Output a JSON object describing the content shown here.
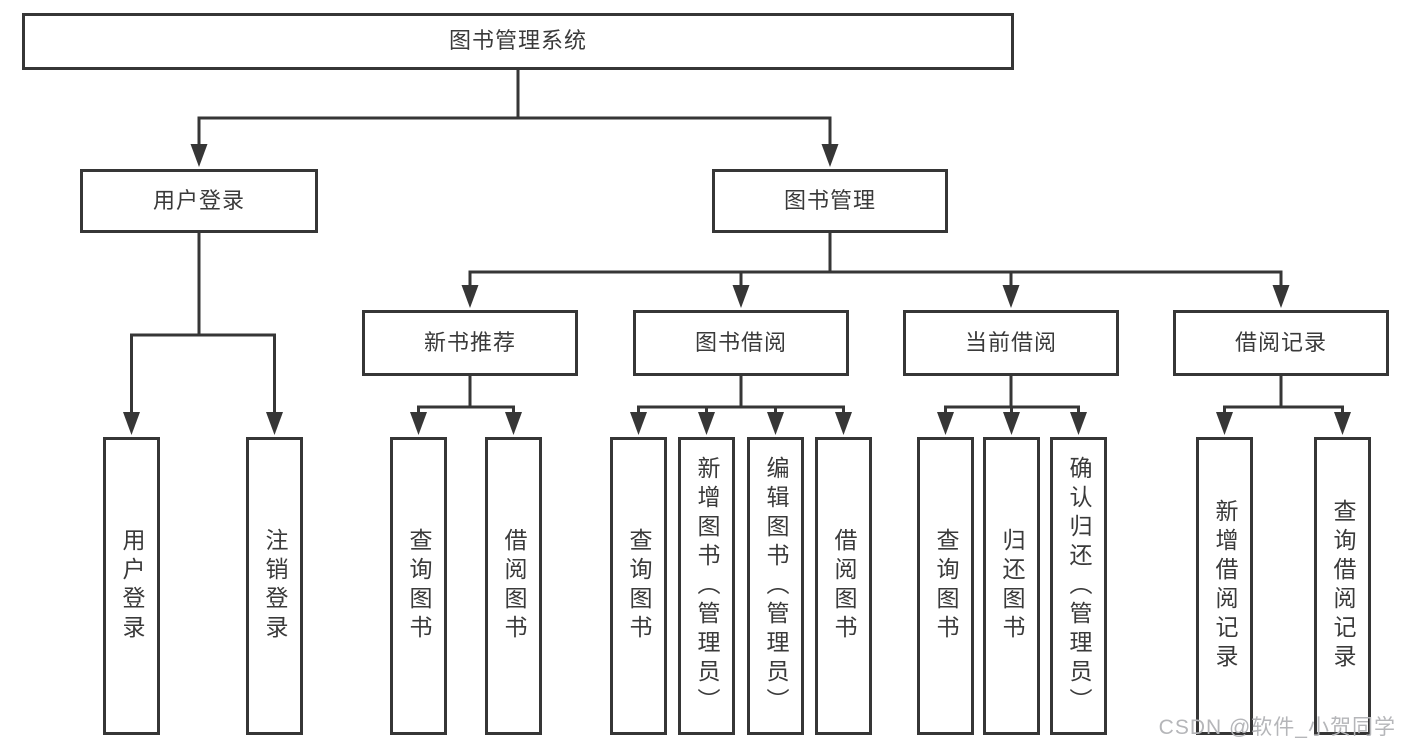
{
  "diagram_type": "hierarchy-tree",
  "tree": {
    "label": "图书管理系统",
    "children": [
      {
        "label": "用户登录",
        "children": [
          {
            "label": "用户登录"
          },
          {
            "label": "注销登录"
          }
        ]
      },
      {
        "label": "图书管理",
        "children": [
          {
            "label": "新书推荐",
            "children": [
              {
                "label": "查询图书"
              },
              {
                "label": "借阅图书"
              }
            ]
          },
          {
            "label": "图书借阅",
            "children": [
              {
                "label": "查询图书"
              },
              {
                "label": "新增图书（管理员）"
              },
              {
                "label": "编辑图书（管理员）"
              },
              {
                "label": "借阅图书"
              }
            ]
          },
          {
            "label": "当前借阅",
            "children": [
              {
                "label": "查询图书"
              },
              {
                "label": "归还图书"
              },
              {
                "label": "确认归还（管理员）"
              }
            ]
          },
          {
            "label": "借阅记录",
            "children": [
              {
                "label": "新增借阅记录"
              },
              {
                "label": "查询借阅记录"
              }
            ]
          }
        ]
      }
    ]
  },
  "watermark": {
    "text": "CSDN @软件_小贺同学"
  },
  "colors": {
    "line": "#363636",
    "box_border": "#363636",
    "text": "#3a3a3a",
    "watermark": "#b5b6b9",
    "background": "#ffffff"
  }
}
